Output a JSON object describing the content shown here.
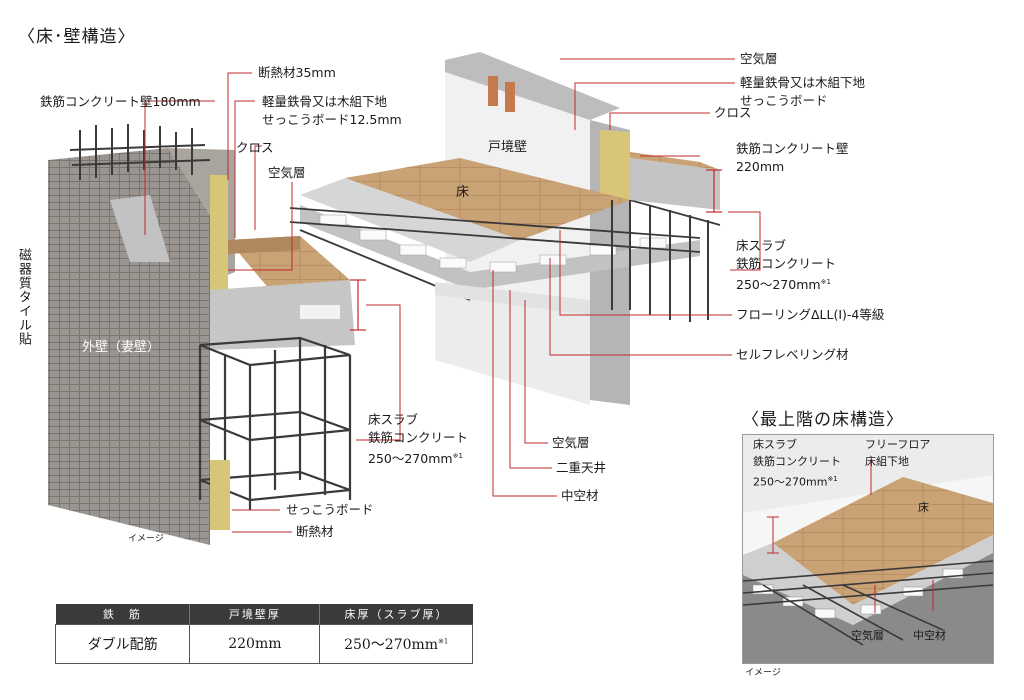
{
  "section_title": "〈床･壁構造〉",
  "main_labels": {
    "dannetsu_35": "断熱材35mm",
    "rc_wall_180": "鉄筋コンクリート壁180mm",
    "light_steel_board_1": "軽量鉄骨又は木組下地",
    "light_steel_board_2": "せっこうボード12.5mm",
    "cross_left": "クロス",
    "air_layer_left": "空気層",
    "tile_vertical": "磁器質タイル貼",
    "outer_wall": "外壁（妻壁）",
    "slab_left_1": "床スラブ",
    "slab_left_2": "鉄筋コンクリート",
    "slab_left_3": "250～270mm",
    "gypsum_board_bottom": "せっこうボード",
    "insulation_bottom": "断熱材",
    "image_note": "イメージ",
    "partition_wall": "戸境壁",
    "floor": "床",
    "air_layer_top": "空気層",
    "light_steel_top_1": "軽量鉄骨又は木組下地",
    "light_steel_top_2": "せっこうボード",
    "cross_right": "クロス",
    "rc_wall_220_1": "鉄筋コンクリート壁",
    "rc_wall_220_2": "220mm",
    "slab_right_1": "床スラブ",
    "slab_right_2": "鉄筋コンクリート",
    "slab_right_3": "250～270mm",
    "flooring": "フローリングΔLL(Ⅰ)-4等級",
    "self_leveling": "セルフレベリング材",
    "air_layer_mid": "空気層",
    "double_ceiling": "二重天井",
    "hollow_material": "中空材",
    "footnote_mark": "※1"
  },
  "top_floor": {
    "title": "〈最上階の床構造〉",
    "slab_1": "床スラブ",
    "slab_2": "鉄筋コンクリート",
    "slab_3": "250～270mm",
    "free_floor_1": "フリーフロア",
    "free_floor_2": "床組下地",
    "floor": "床",
    "air_layer": "空気層",
    "hollow_material": "中空材",
    "image_note": "イメージ"
  },
  "spec_table": {
    "headers": [
      "鉄　筋",
      "戸境壁厚",
      "床厚（スラブ厚）"
    ],
    "row": [
      "ダブル配筋",
      "220mm",
      "250～270mm"
    ],
    "footnote_mark": "※1"
  },
  "colors": {
    "tile": "#9a9590",
    "tile_line": "#7a756f",
    "concrete": "#b8b8b8",
    "wood": "#c79e72",
    "insulation": "#d8c678",
    "gypsum": "#efefef",
    "rebar": "#3a3a3a",
    "leader": "#c0282d"
  }
}
